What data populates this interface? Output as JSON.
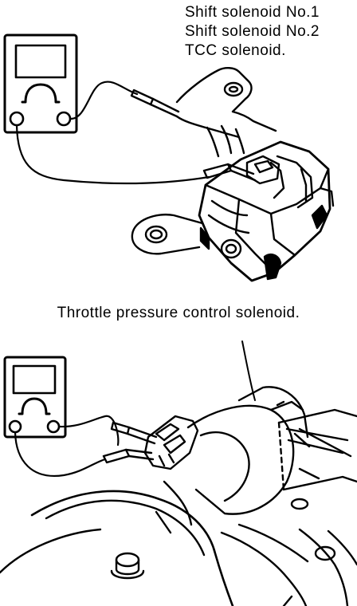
{
  "top_panel": {
    "labels": [
      "Shift solenoid No.1",
      "Shift solenoid No.2",
      "TCC solenoid."
    ]
  },
  "bottom_panel": {
    "label": "Throttle pressure control solenoid."
  },
  "icons": {
    "meter": "ohmmeter-icon",
    "ohm_symbol": "Ω"
  }
}
